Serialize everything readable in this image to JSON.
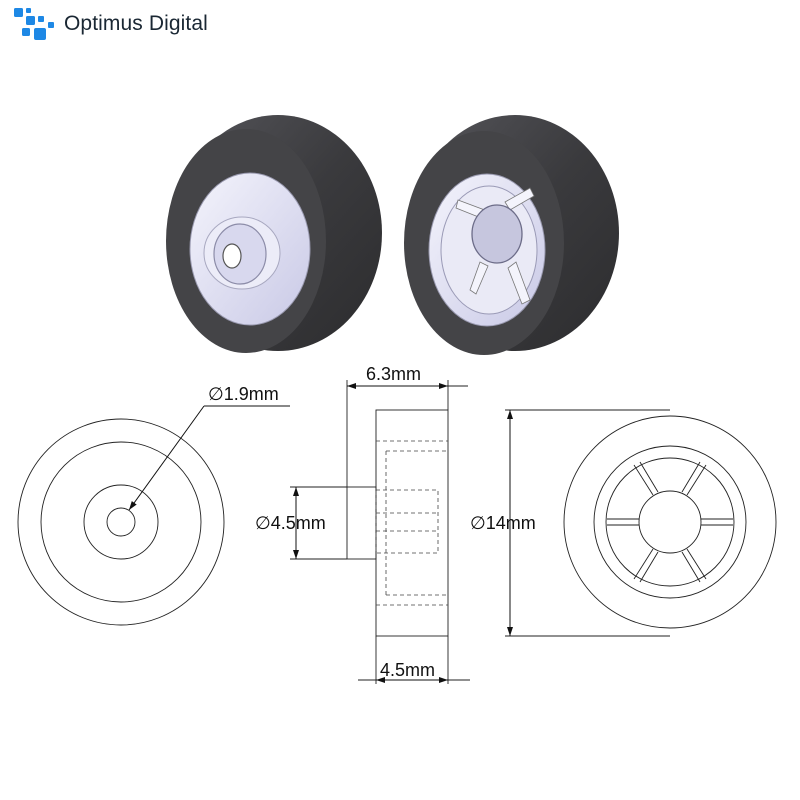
{
  "brand": {
    "name": "Optimus Digital",
    "logo_color": "#1e88e5"
  },
  "dimensions": {
    "bore_diameter": "1.9mm",
    "overall_width": "6.3mm",
    "hub_diameter": "4.5mm",
    "wheel_width": "4.5mm",
    "outer_diameter": "14mm"
  },
  "symbols": {
    "diameter": "∅"
  },
  "colors": {
    "tire": "#3d3d3f",
    "hub": "#dcdcf0",
    "line": "#111111"
  }
}
